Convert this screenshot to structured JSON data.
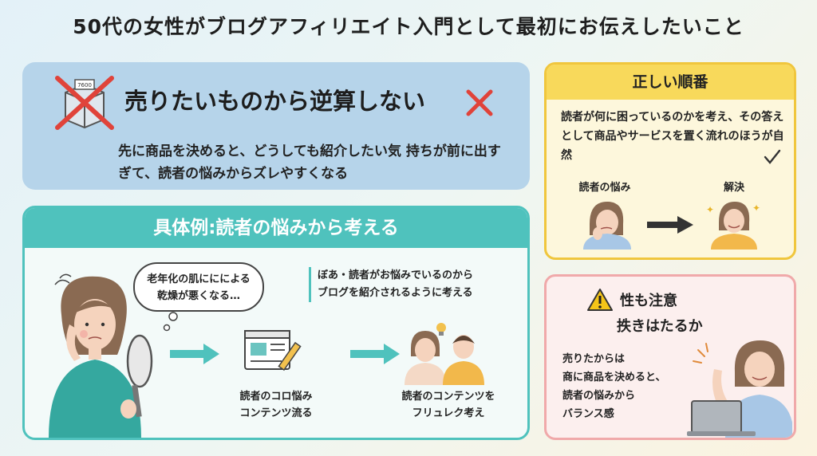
{
  "title": "50代の女性がブログアフィリエイト入門として最初にお伝えしたいこと",
  "panel1": {
    "heading": "売りたいものから逆算しない",
    "body": "先に商品を決めると、どうしても紹介したい気 持ちが前に出すぎて、読者の悩みからズレやすくなる",
    "box_label": "7600"
  },
  "panel2": {
    "heading": "具体例:読者の悩みから考える",
    "bubble_line1": "老年化の肌ににによる",
    "bubble_line2": "乾燥が悪くなる…",
    "note_line1": "ぼあ・読者がお悩みでいるのから",
    "note_line2": "ブログを紹介されるように考える",
    "step1_line1": "読者のコロ悩み",
    "step1_line2": "コンテンツ流る",
    "step2_line1": "読者のコンテンツを",
    "step2_line2": "フリュレク考え"
  },
  "panel3": {
    "heading": "正しい順番",
    "body": "読者が何に困っているのかを考え、その答えとして商品やサービスを置く流れのほうが自然",
    "label_left": "読者の悩み",
    "label_right": "解決"
  },
  "panel4": {
    "heading_line1": "性も注意",
    "heading_line2": "抶きはたるか",
    "body_line1": "売りたからは",
    "body_line2": "商に商品を決めると、",
    "body_line3": "読者の悩みから",
    "body_line4": "バランス感"
  },
  "colors": {
    "teal": "#4fc2bd",
    "blue_panel": "#b6d4ea",
    "yellow": "#f8d95b",
    "pink_border": "#f0a9aa",
    "red_x": "#e0433a"
  }
}
